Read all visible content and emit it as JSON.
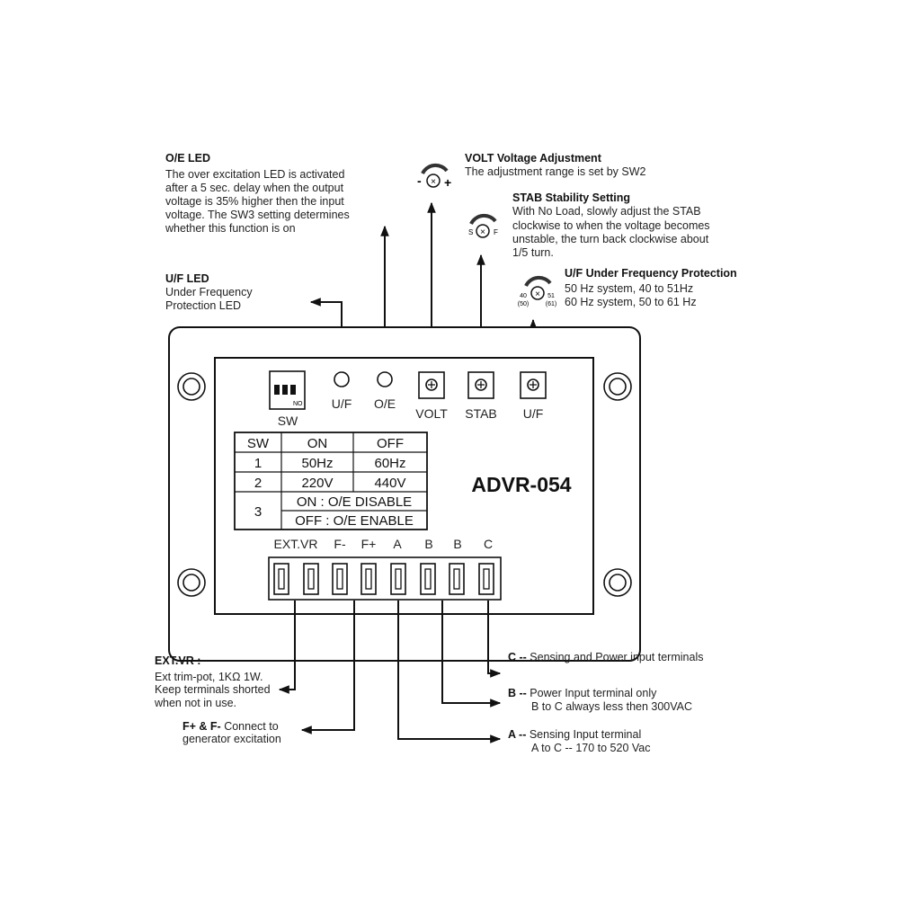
{
  "oe_led": {
    "title": "O/E LED",
    "lines": [
      "The over excitation LED is activated",
      "after a 5 sec. delay when the output",
      "voltage is 35% higher then the input",
      "voltage. The SW3 setting determines",
      "whether this function is on"
    ]
  },
  "uf_led": {
    "title": "U/F LED",
    "lines": [
      "Under Frequency",
      "Protection LED"
    ]
  },
  "volt": {
    "title": "VOLT Voltage Adjustment",
    "lines": [
      "The adjustment range is set by SW2"
    ],
    "icon_minus": "-",
    "icon_plus": "+"
  },
  "stab": {
    "title": "STAB Stability Setting",
    "lines": [
      "With No Load, slowly adjust the STAB",
      "clockwise to when the voltage becomes",
      "unstable, the turn back clockwise about",
      "1/5 turn."
    ],
    "icon_s": "S",
    "icon_f": "F"
  },
  "uf_prot": {
    "title": "U/F Under Frequency Protection",
    "lines": [
      "50 Hz system, 40 to 51Hz",
      "60 Hz system, 50 to 61 Hz"
    ],
    "icon_left": [
      "40",
      "(50)"
    ],
    "icon_right": [
      "51",
      "(61)"
    ]
  },
  "device": {
    "model": "ADVR-054",
    "dip_no": "NO",
    "sw_label": "SW",
    "leds": [
      "U/F",
      "O/E"
    ],
    "pots": [
      "VOLT",
      "STAB",
      "U/F"
    ],
    "terminals": [
      "EXT.VR",
      "F-",
      "F+",
      "A",
      "B",
      "B",
      "C"
    ],
    "table": {
      "headers": [
        "SW",
        "ON",
        "OFF"
      ],
      "rows": [
        [
          "1",
          "50Hz",
          "60Hz"
        ],
        [
          "2",
          "220V",
          "440V"
        ]
      ],
      "row3": {
        "sw": "3",
        "on": "ON : O/E DISABLE",
        "off": "OFF : O/E ENABLE"
      }
    }
  },
  "extvr": {
    "title": "EXT.VR :",
    "lines": [
      "Ext trim-pot, 1KΩ  1W.",
      "Keep terminals shorted",
      "when not in use."
    ]
  },
  "fterm": {
    "title": "F+ & F-",
    "rest": " Connect to",
    "line2": "generator excitation"
  },
  "c_term": {
    "title": "C --",
    "rest": " Sensing and Power input terminals"
  },
  "b_term": {
    "title": "B --",
    "rest": " Power Input terminal only",
    "line2": "B to C always less then 300VAC"
  },
  "a_term": {
    "title": "A --",
    "rest": " Sensing Input terminal",
    "line2": "A to C -- 170 to 520 Vac"
  }
}
